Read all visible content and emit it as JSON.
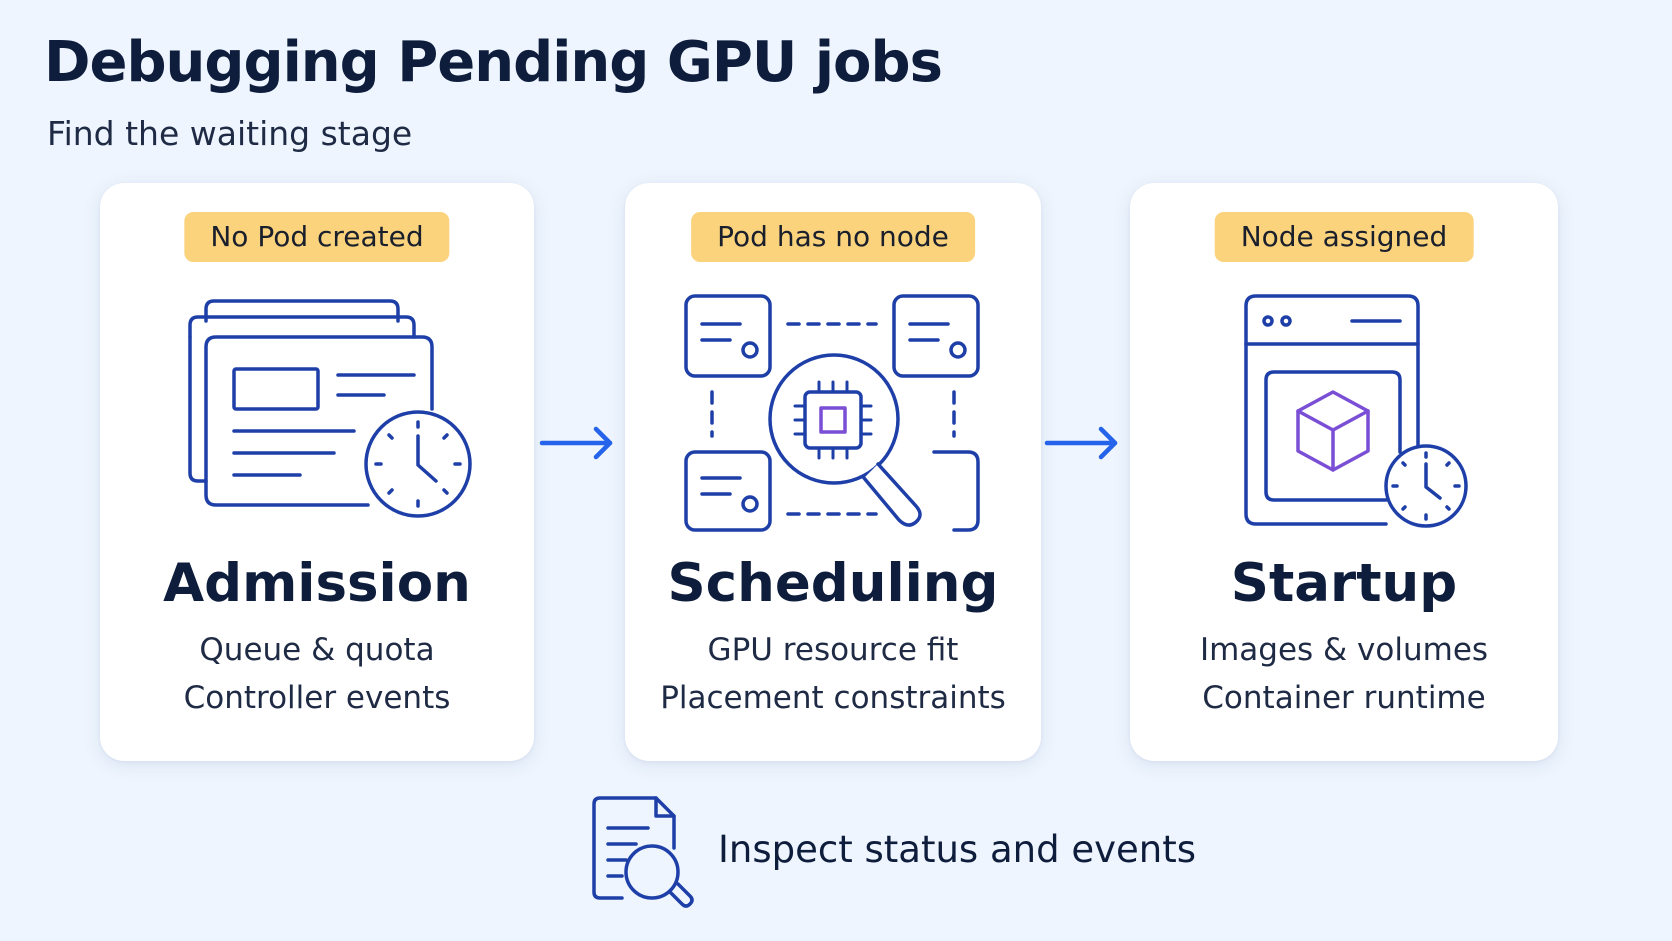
{
  "header": {
    "title": "Debugging Pending GPU jobs",
    "subtitle": "Find the waiting stage"
  },
  "stages": [
    {
      "badge": "No Pod created",
      "title": "Admission",
      "details": [
        "Queue & quota",
        "Controller events"
      ],
      "icon": "job-queue-clock-icon"
    },
    {
      "badge": "Pod has no node",
      "title": "Scheduling",
      "details": [
        "GPU resource fit",
        "Placement constraints"
      ],
      "icon": "gpu-node-search-icon"
    },
    {
      "badge": "Node assigned",
      "title": "Startup",
      "details": [
        "Images & volumes",
        "Container runtime"
      ],
      "icon": "container-startup-clock-icon"
    }
  ],
  "footer": {
    "text": "Inspect status and events",
    "icon": "document-search-icon"
  },
  "colors": {
    "background": "#eef5fe",
    "card": "#ffffff",
    "badge": "#fbd37d",
    "icon_stroke": "#1e3fa8",
    "accent_purple": "#7a4fd6",
    "arrow": "#2563eb",
    "text": "#0f1d3c"
  }
}
